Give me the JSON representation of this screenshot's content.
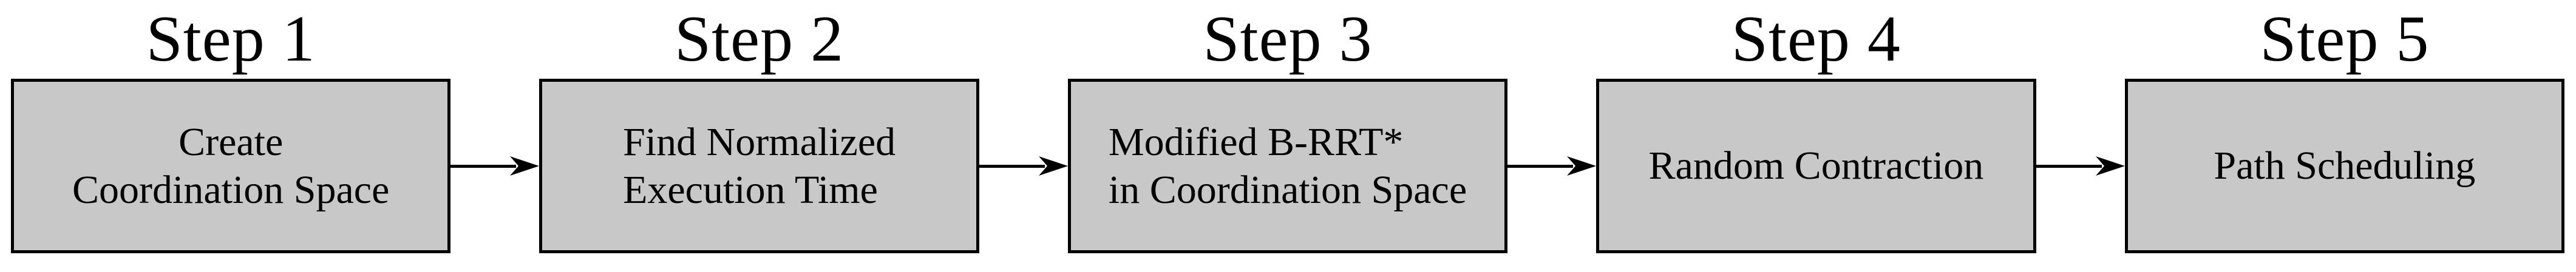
{
  "figure": {
    "steps": [
      {
        "title": "Step 1",
        "lines": [
          "Create",
          "Coordination Space"
        ]
      },
      {
        "title": "Step 2",
        "lines": [
          "Find Normalized",
          "Execution Time"
        ]
      },
      {
        "title": "Step 3",
        "lines": [
          "Modified B-RRT*",
          "in Coordination Space"
        ]
      },
      {
        "title": "Step 4",
        "lines": [
          "Random Contraction"
        ]
      },
      {
        "title": "Step 5",
        "lines": [
          "Path Scheduling"
        ]
      }
    ],
    "colors": {
      "box_fill": "#c8c8c8",
      "box_border": "#000000",
      "arrow": "#000000",
      "text": "#000000",
      "background": "#ffffff"
    },
    "icons": {
      "arrow": "right-arrow-icon"
    }
  }
}
